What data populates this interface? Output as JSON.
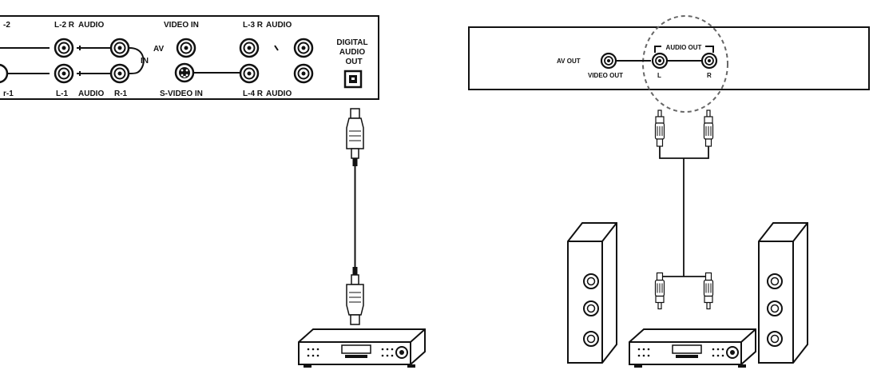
{
  "left_panel": {
    "labels": {
      "l2_top": "L-2 R",
      "audio_top_a": "AUDIO",
      "partial_top": "-2",
      "video_in": "VIDEO IN",
      "l3_top": "L-3 R",
      "audio_top_b": "AUDIO",
      "av": "AV",
      "in": "IN",
      "partial_bottom": "r-1",
      "l1": "L-1",
      "audio_bottom": "AUDIO",
      "r1": "R-1",
      "s_video_in": "S-VIDEO IN",
      "l4": "L-4 R",
      "audio_bottom_b": "AUDIO",
      "digital": "DIGITAL",
      "digital_audio": "AUDIO",
      "digital_out": "OUT"
    }
  },
  "right_panel": {
    "labels": {
      "audio_out": "AUDIO OUT",
      "av_out": "AV OUT",
      "video_out": "VIDEO OUT",
      "left": "L",
      "right": "R"
    }
  },
  "icons": [
    "rca-jack-icon",
    "s-video-jack-icon",
    "optical-port-icon",
    "optical-plug-icon",
    "rca-plug-icon",
    "speaker-icon",
    "amplifier-icon"
  ]
}
